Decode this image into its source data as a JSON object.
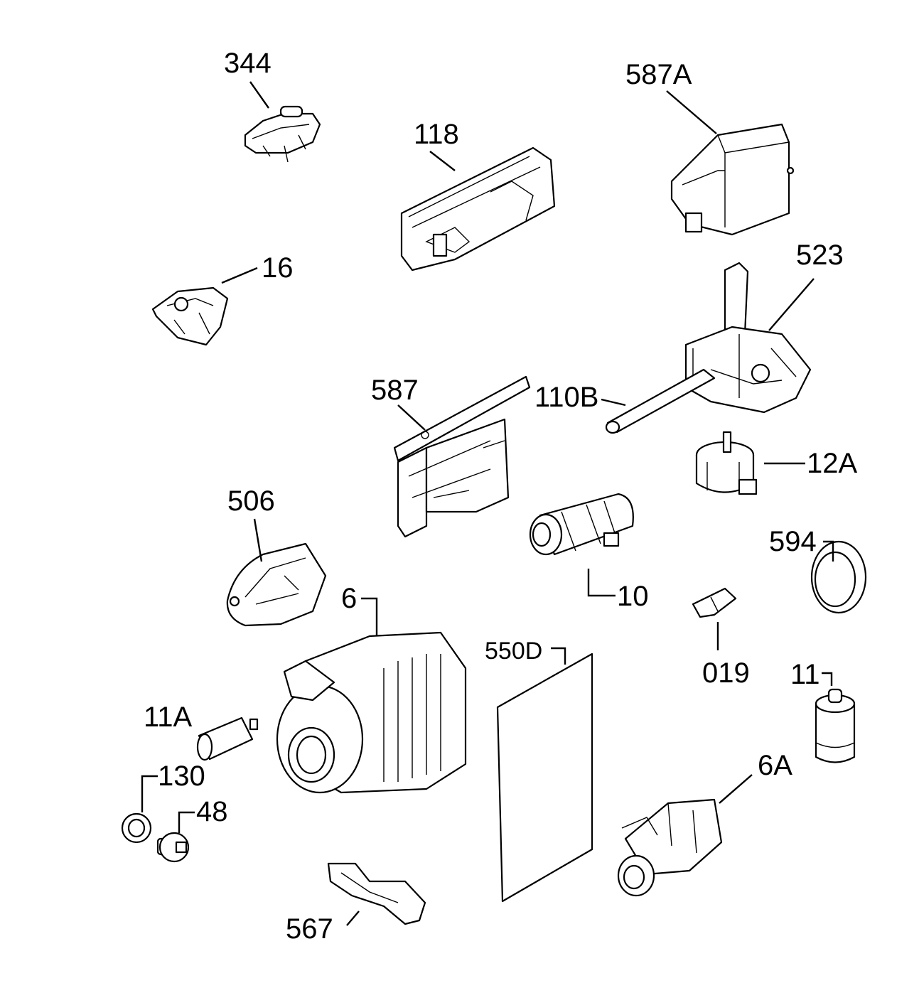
{
  "labels": {
    "l344": "344",
    "l587A": "587A",
    "l118": "118",
    "l16": "16",
    "l523": "523",
    "l587": "587",
    "l110B": "110B",
    "l12A": "12A",
    "l506": "506",
    "l594": "594",
    "l10": "10",
    "l6": "6",
    "l019": "019",
    "l550D": "550D",
    "l11": "11",
    "l11A": "11A",
    "l130": "130",
    "l48": "48",
    "l6A": "6A",
    "l567": "567"
  }
}
